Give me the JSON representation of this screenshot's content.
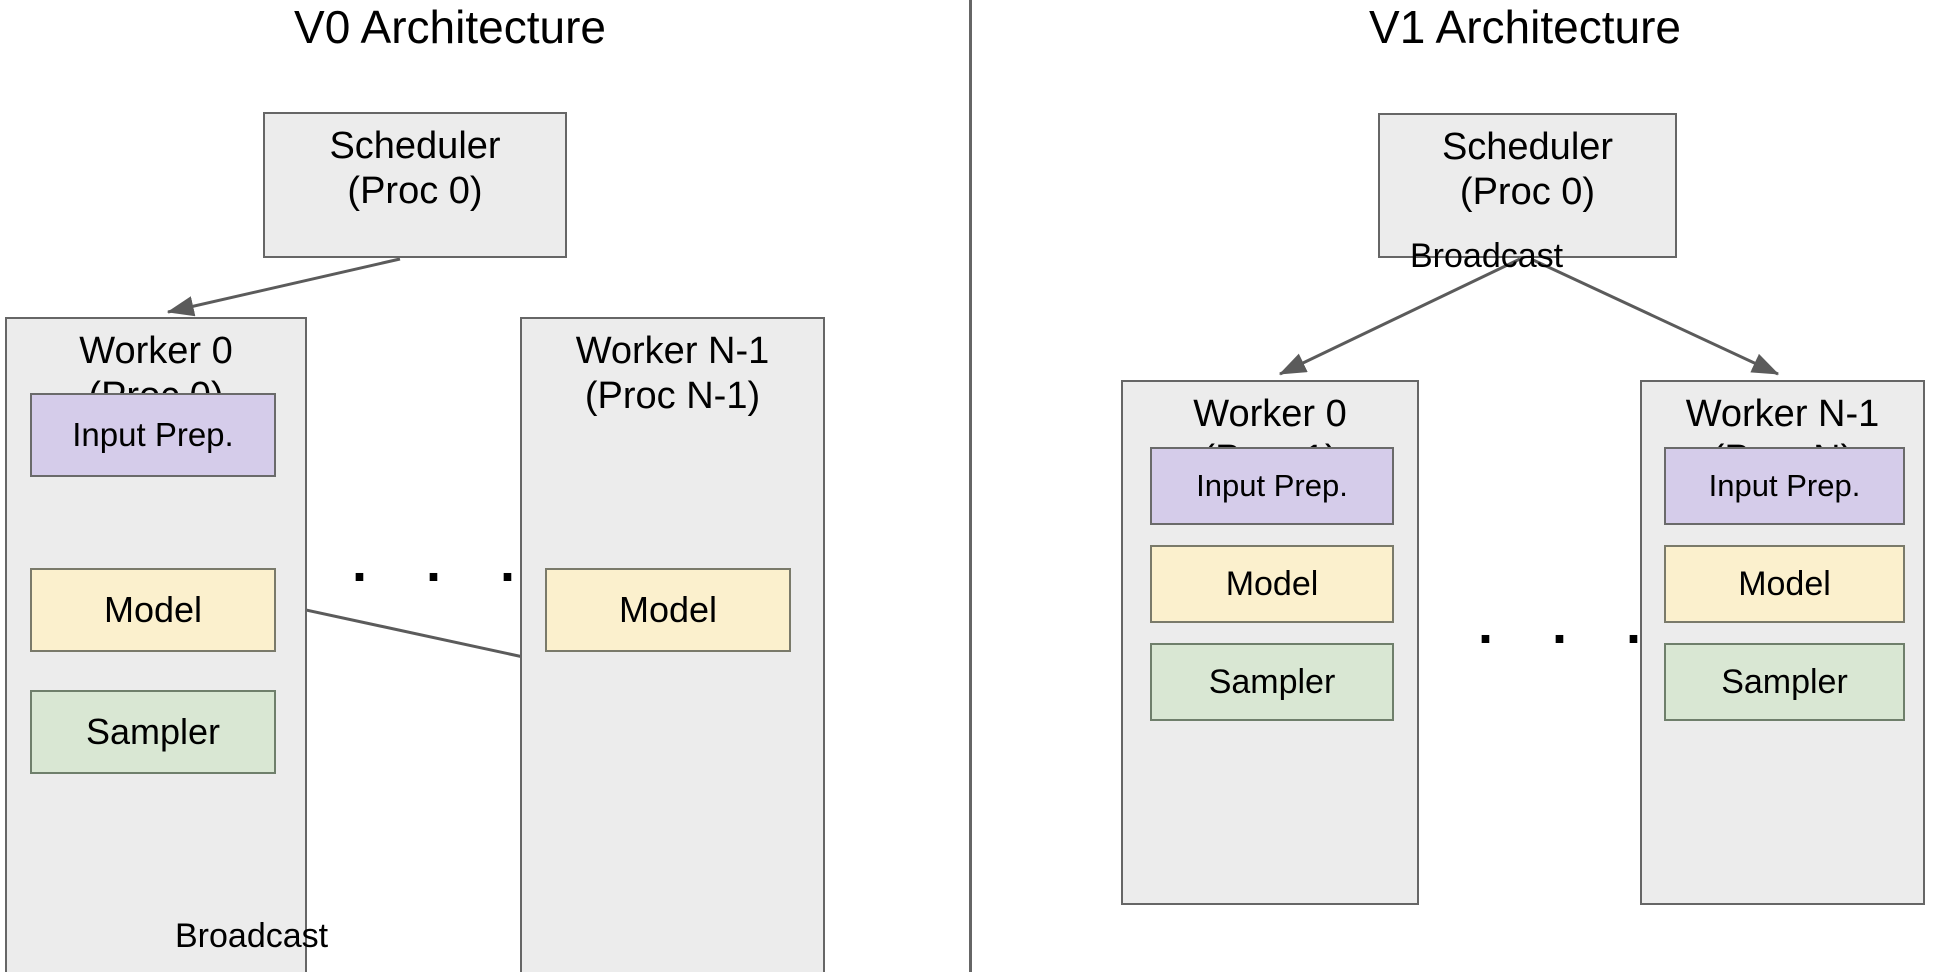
{
  "divider": {
    "name": "panel-divider"
  },
  "panels": [
    {
      "id": "v0",
      "title": "V0 Architecture",
      "scheduler": {
        "line1": "Scheduler",
        "line2": "(Proc 0)"
      },
      "workers": [
        {
          "line1": "Worker 0",
          "line2": "(Proc 0)",
          "components": [
            {
              "label": "Input Prep.",
              "color": "#d5ccea",
              "kind": "prep"
            },
            {
              "label": "Model",
              "color": "#fbf0cd",
              "kind": "model"
            },
            {
              "label": "Sampler",
              "color": "#d9e7d3",
              "kind": "sampler"
            }
          ]
        },
        {
          "line1": "Worker N-1",
          "line2": "(Proc N-1)",
          "components": [
            {
              "label": "Model",
              "color": "#fbf0cd",
              "kind": "model"
            }
          ]
        }
      ],
      "ellipsis": ". . .",
      "edge_label": "Broadcast"
    },
    {
      "id": "v1",
      "title": "V1 Architecture",
      "scheduler": {
        "line1": "Scheduler",
        "line2": "(Proc 0)"
      },
      "workers": [
        {
          "line1": "Worker 0",
          "line2": "(Proc 1)",
          "components": [
            {
              "label": "Input Prep.",
              "color": "#d5ccea",
              "kind": "prep"
            },
            {
              "label": "Model",
              "color": "#fbf0cd",
              "kind": "model"
            },
            {
              "label": "Sampler",
              "color": "#d9e7d3",
              "kind": "sampler"
            }
          ]
        },
        {
          "line1": "Worker N-1",
          "line2": "(Proc N)",
          "components": [
            {
              "label": "Input Prep.",
              "color": "#d5ccea",
              "kind": "prep"
            },
            {
              "label": "Model",
              "color": "#fbf0cd",
              "kind": "model"
            },
            {
              "label": "Sampler",
              "color": "#d9e7d3",
              "kind": "sampler"
            }
          ]
        }
      ],
      "ellipsis": ". . .",
      "edge_label": "Broadcast"
    }
  ],
  "colors": {
    "box_fill": "#ececec",
    "box_border": "#666666",
    "arrow": "#5b5b5b",
    "input_prep": "#d5ccea",
    "model": "#fbf0cd",
    "sampler": "#d9e7d3",
    "background": "#ffffff"
  }
}
